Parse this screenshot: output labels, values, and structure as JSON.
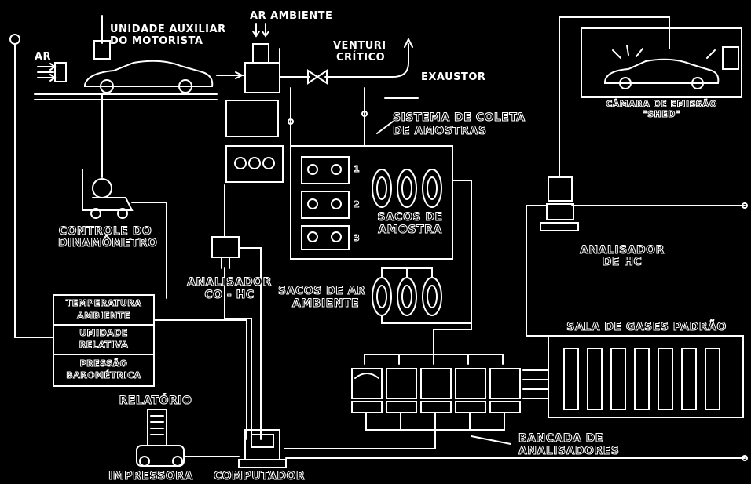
{
  "labels": {
    "ar": "AR",
    "unidade_auxiliar": "UNIDADE AUXILIAR",
    "do_motorista": "DO MOTORISTA",
    "ar_ambiente": "AR AMBIENTE",
    "venturi": "VENTURI",
    "critico": "CRÍTICO",
    "exaustor": "EXAUSTOR",
    "camara_1": "CÂMARA DE EMISSÃO",
    "camara_2": "\"SHED\"",
    "sistema_1": "SISTEMA DE COLETA",
    "sistema_2": "DE AMOSTRAS",
    "sacos_amostra_1": "SACOS DE",
    "sacos_amostra_2": "AMOSTRA",
    "controle_1": "CONTROLE DO",
    "controle_2": "DINAMÔMETRO",
    "analisador_co_hc_1": "ANALISADOR",
    "analisador_co_hc_2": "CO - HC",
    "sacos_ar_1": "SACOS DE AR",
    "sacos_ar_2": "AMBIENTE",
    "analisador_hc_1": "ANALISADOR",
    "analisador_hc_2": "DE HC",
    "temperatura_1": "TEMPERATURA",
    "temperatura_2": "AMBIENTE",
    "umidade_1": "UMIDADE",
    "umidade_2": "RELATIVA",
    "pressao_1": "PRESSÃO",
    "pressao_2": "BAROMÉTRICA",
    "sala_gases": "SALA DE GASES PADRÃO",
    "bancada_1": "BANCADA DE",
    "bancada_2": "ANALISADORES",
    "relatorio": "RELATÓRIO",
    "impressora": "IMPRESSORA",
    "computador": "COMPUTADOR",
    "num_1": "1",
    "num_2": "2",
    "num_3": "3"
  },
  "colors": {
    "background": "#000000",
    "line": "#ffffff"
  }
}
